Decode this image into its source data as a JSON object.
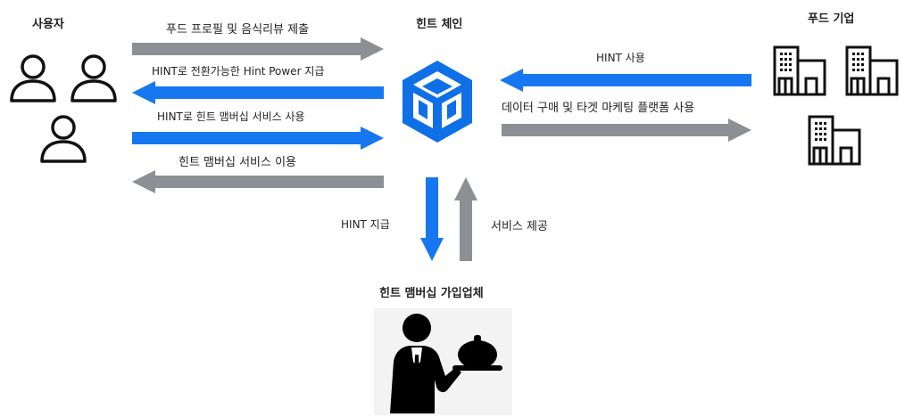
{
  "titles": {
    "users": "사용자",
    "hint_chain": "힌트 체인",
    "food_company": "푸드 기업",
    "member_business": "힌트 맴버십  가입업체"
  },
  "arrows": {
    "user_to_chain_profile": "푸드 프로필 및 음식리뷰  제출",
    "chain_to_user_power": "HINT로 전환가능한 Hint Power 지급",
    "user_to_chain_membership": "HINT로 힌트 맴버십  서비스 사용",
    "chain_to_user_service": "힌트 맴버십  서비스 이용",
    "company_to_chain": "HINT 사용",
    "chain_to_company": "데이터 구매 및 타겟 마케팅 플랫폼 사용",
    "chain_to_business": "HINT 지급",
    "business_to_chain": "서비스 제공"
  },
  "colors": {
    "gray_arrow": "#8c8f93",
    "blue_arrow": "#1677f0",
    "cube": "#0f6fe6"
  },
  "icons": {
    "user": "user-icon",
    "building": "building-icon",
    "cube": "blockchain-cube-icon",
    "waiter": "waiter-serving-icon"
  }
}
